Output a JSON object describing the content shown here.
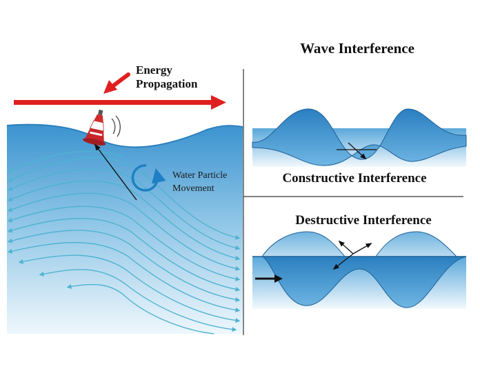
{
  "left_panel": {
    "energy_label_line1": "Energy",
    "energy_label_line2": "Propagation",
    "particle_label_line1": "Water Particle",
    "particle_label_line2": "Movement",
    "buoy_icon": "buoy-icon",
    "rotation_icon": "circular-arrow-icon"
  },
  "right_panel": {
    "title": "Wave Interference",
    "constructive_label": "Constructive Interference",
    "destructive_label": "Destructive Interference",
    "direction_icon": "right-arrow-icon"
  },
  "colors": {
    "water_dark": "#3b93cf",
    "water_light": "#e6f3fb",
    "wave_fill": "#2f87c6",
    "particle_lines": "#4fb3d0",
    "energy_arrow": "#e02020",
    "rotation_arrow": "#1f7fc4",
    "divider": "#333333"
  }
}
